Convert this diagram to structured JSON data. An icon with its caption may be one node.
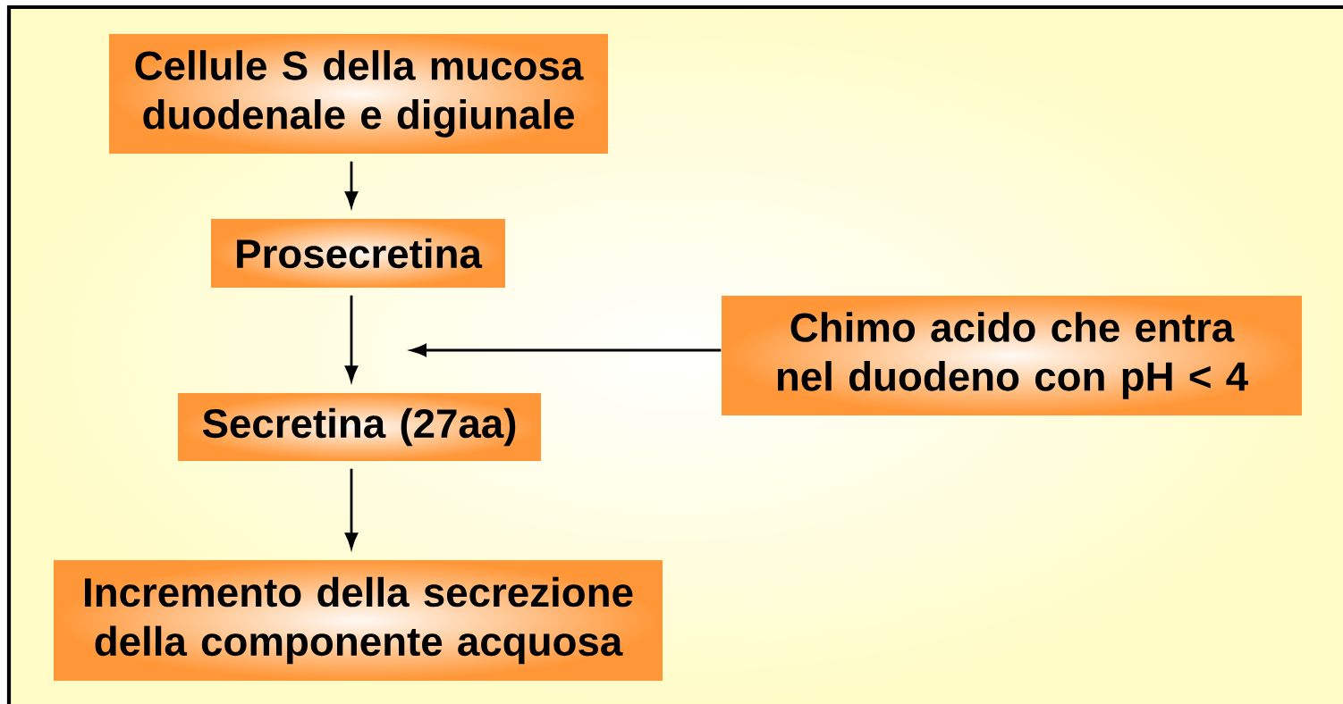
{
  "diagram": {
    "nodes": [
      {
        "text": [
          "Cellule S della mucosa duodenale e digiunale"
        ]
      },
      {
        "text": [
          "Prosecretina"
        ]
      },
      {
        "text": [
          "Secretina (27aa)"
        ]
      },
      {
        "text": [
          "Incremento della secrezione della componente acquosa"
        ]
      },
      {
        "text": [
          "Chimo acido che entra nel duodeno con pH < 4"
        ]
      }
    ],
    "edges": [
      {
        "from": 0,
        "to": 1,
        "arrow": "to"
      },
      {
        "from": 1,
        "to": 2,
        "arrow": "to"
      },
      {
        "from": 2,
        "to": 3,
        "arrow": "to"
      },
      {
        "from": 4,
        "to": null,
        "arrow": "to"
      }
    ]
  }
}
